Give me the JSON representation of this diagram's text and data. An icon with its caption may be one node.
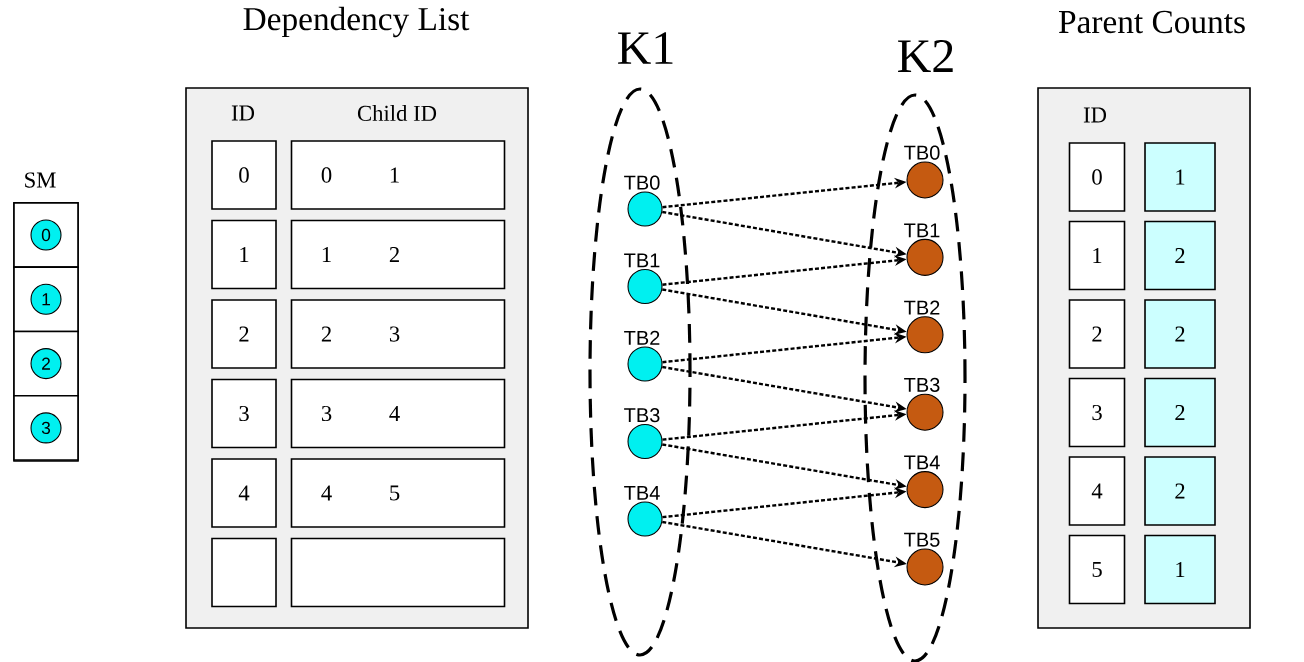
{
  "diagram": {
    "nodes": [
      {
        "text": [
          "SM"
        ]
      },
      {
        "text": [],
        "shape": "box",
        "in": 0
      },
      {
        "text": [],
        "shape": "box",
        "in": 0
      },
      {
        "text": [],
        "shape": "box",
        "in": 0
      },
      {
        "text": [],
        "shape": "box",
        "in": 0
      },
      {
        "text": [
          "0"
        ],
        "in": 1
      },
      {
        "text": [
          "1"
        ],
        "in": 2
      },
      {
        "text": [
          "2"
        ],
        "in": 3
      },
      {
        "text": [
          "3"
        ],
        "in": 4
      },
      {
        "text": [
          "Dependency List"
        ]
      },
      {
        "text": [
          "0"
        ],
        "in": 9
      },
      {
        "text": [
          "0",
          "1"
        ],
        "in": 9
      },
      {
        "text": [
          "1"
        ],
        "in": 9
      },
      {
        "text": [
          "1",
          "2"
        ],
        "in": 9
      },
      {
        "text": [
          "2"
        ],
        "in": 9
      },
      {
        "text": [
          "2",
          "3"
        ],
        "in": 9
      },
      {
        "text": [
          "3"
        ],
        "in": 9
      },
      {
        "text": [
          "3",
          "4"
        ],
        "in": 9
      },
      {
        "text": [
          "4"
        ],
        "in": 9
      },
      {
        "text": [
          "4",
          "5"
        ],
        "in": 9
      },
      {
        "text": [],
        "shape": "box",
        "in": 9
      },
      {
        "text": [],
        "shape": "box",
        "in": 9
      },
      {
        "text": [
          "K1"
        ]
      },
      {
        "text": [],
        "shape": "circle",
        "beside": [
          "TB0"
        ],
        "in": 22
      },
      {
        "text": [],
        "shape": "circle",
        "beside": [
          "TB1"
        ],
        "in": 22
      },
      {
        "text": [],
        "shape": "circle",
        "beside": [
          "TB2"
        ],
        "in": 22
      },
      {
        "text": [],
        "shape": "circle",
        "beside": [
          "TB3"
        ],
        "in": 22
      },
      {
        "text": [],
        "shape": "circle",
        "beside": [
          "TB4"
        ],
        "in": 22
      },
      {
        "text": [
          "K2"
        ]
      },
      {
        "text": [],
        "shape": "circle",
        "beside": [
          "TB0"
        ],
        "in": 28
      },
      {
        "text": [],
        "shape": "circle",
        "beside": [
          "TB1"
        ],
        "in": 28
      },
      {
        "text": [],
        "shape": "circle",
        "beside": [
          "TB2"
        ],
        "in": 28
      },
      {
        "text": [],
        "shape": "circle",
        "beside": [
          "TB3"
        ],
        "in": 28
      },
      {
        "text": [],
        "shape": "circle",
        "beside": [
          "TB4"
        ],
        "in": 28
      },
      {
        "text": [],
        "shape": "circle",
        "beside": [
          "TB5"
        ],
        "in": 28
      },
      {
        "text": [
          "Parent Counts"
        ]
      },
      {
        "text": [
          "0"
        ],
        "in": 35
      },
      {
        "text": [
          "1"
        ],
        "in": 35
      },
      {
        "text": [
          "1"
        ],
        "in": 35
      },
      {
        "text": [
          "2"
        ],
        "in": 35
      },
      {
        "text": [
          "2"
        ],
        "in": 35
      },
      {
        "text": [
          "2"
        ],
        "in": 35
      },
      {
        "text": [
          "3"
        ],
        "in": 35
      },
      {
        "text": [
          "2"
        ],
        "in": 35
      },
      {
        "text": [
          "4"
        ],
        "in": 35
      },
      {
        "text": [
          "2"
        ],
        "in": 35
      },
      {
        "text": [
          "5"
        ],
        "in": 35
      },
      {
        "text": [
          "1"
        ],
        "in": 35
      }
    ],
    "edges": [
      {
        "from": 23,
        "to": 29,
        "arrow": "to"
      },
      {
        "from": 23,
        "to": 30,
        "arrow": "to"
      },
      {
        "from": 24,
        "to": 30,
        "arrow": "to"
      },
      {
        "from": 24,
        "to": 31,
        "arrow": "to"
      },
      {
        "from": 25,
        "to": 31,
        "arrow": "to"
      },
      {
        "from": 25,
        "to": 32,
        "arrow": "to"
      },
      {
        "from": 26,
        "to": 32,
        "arrow": "to"
      },
      {
        "from": 26,
        "to": 33,
        "arrow": "to"
      },
      {
        "from": 27,
        "to": 33,
        "arrow": "to"
      },
      {
        "from": 27,
        "to": 34,
        "arrow": "to"
      }
    ],
    "labels": [
      "ID",
      "Child ID",
      "ID"
    ]
  }
}
